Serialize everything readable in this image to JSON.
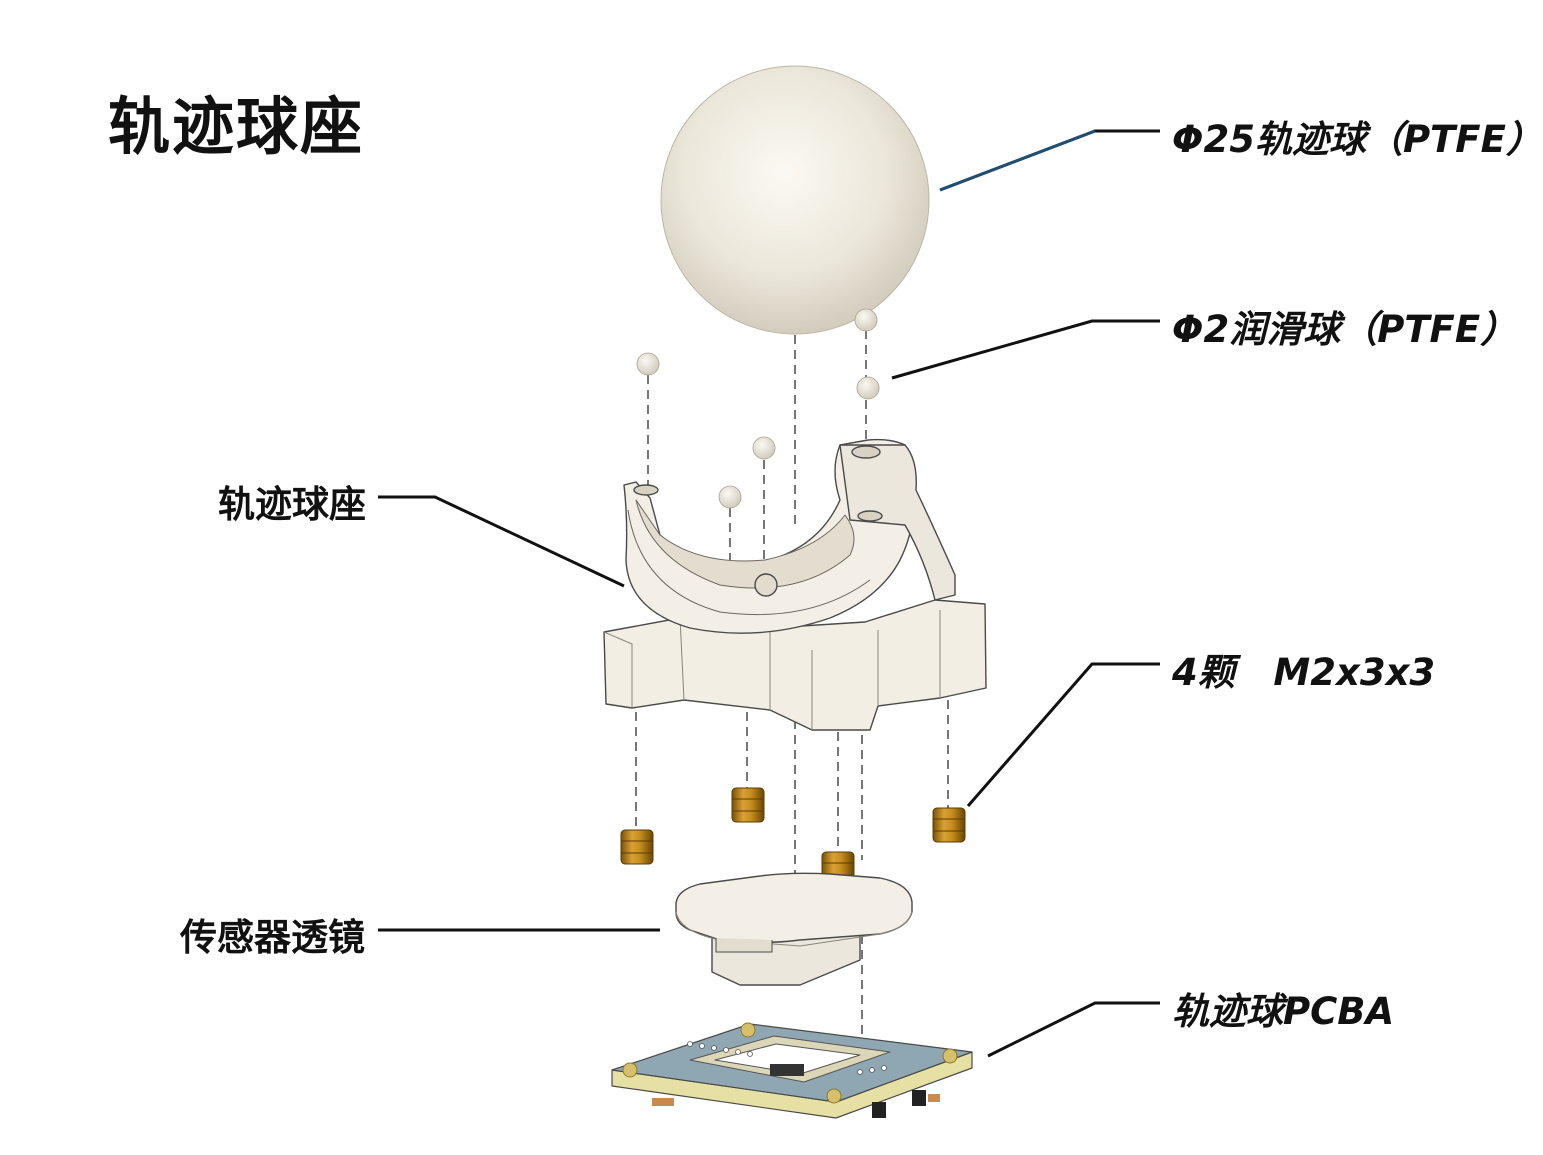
{
  "title": "轨迹球座",
  "callouts": {
    "ball_25": "Φ25轨迹球（PTFE）",
    "ball_2": "Φ2润滑球（PTFE）",
    "seat": "轨迹球座",
    "inserts": "4颗   M2x3x3",
    "lens": "传感器透镜",
    "pcba": "轨迹球PCBA"
  },
  "colors": {
    "ball": "#ece8dc",
    "part_light": "#f3efe6",
    "part_shade": "#dcd6c8",
    "outline": "#4a4a4a",
    "brass": "#c58d1c",
    "brass_dark": "#7a5108",
    "pcb_top": "#8fa7b3",
    "pcb_edge": "#e7e0a4",
    "pad": "#d6c06c",
    "leader": "#111111",
    "leader_accent": "#1f4f73"
  }
}
